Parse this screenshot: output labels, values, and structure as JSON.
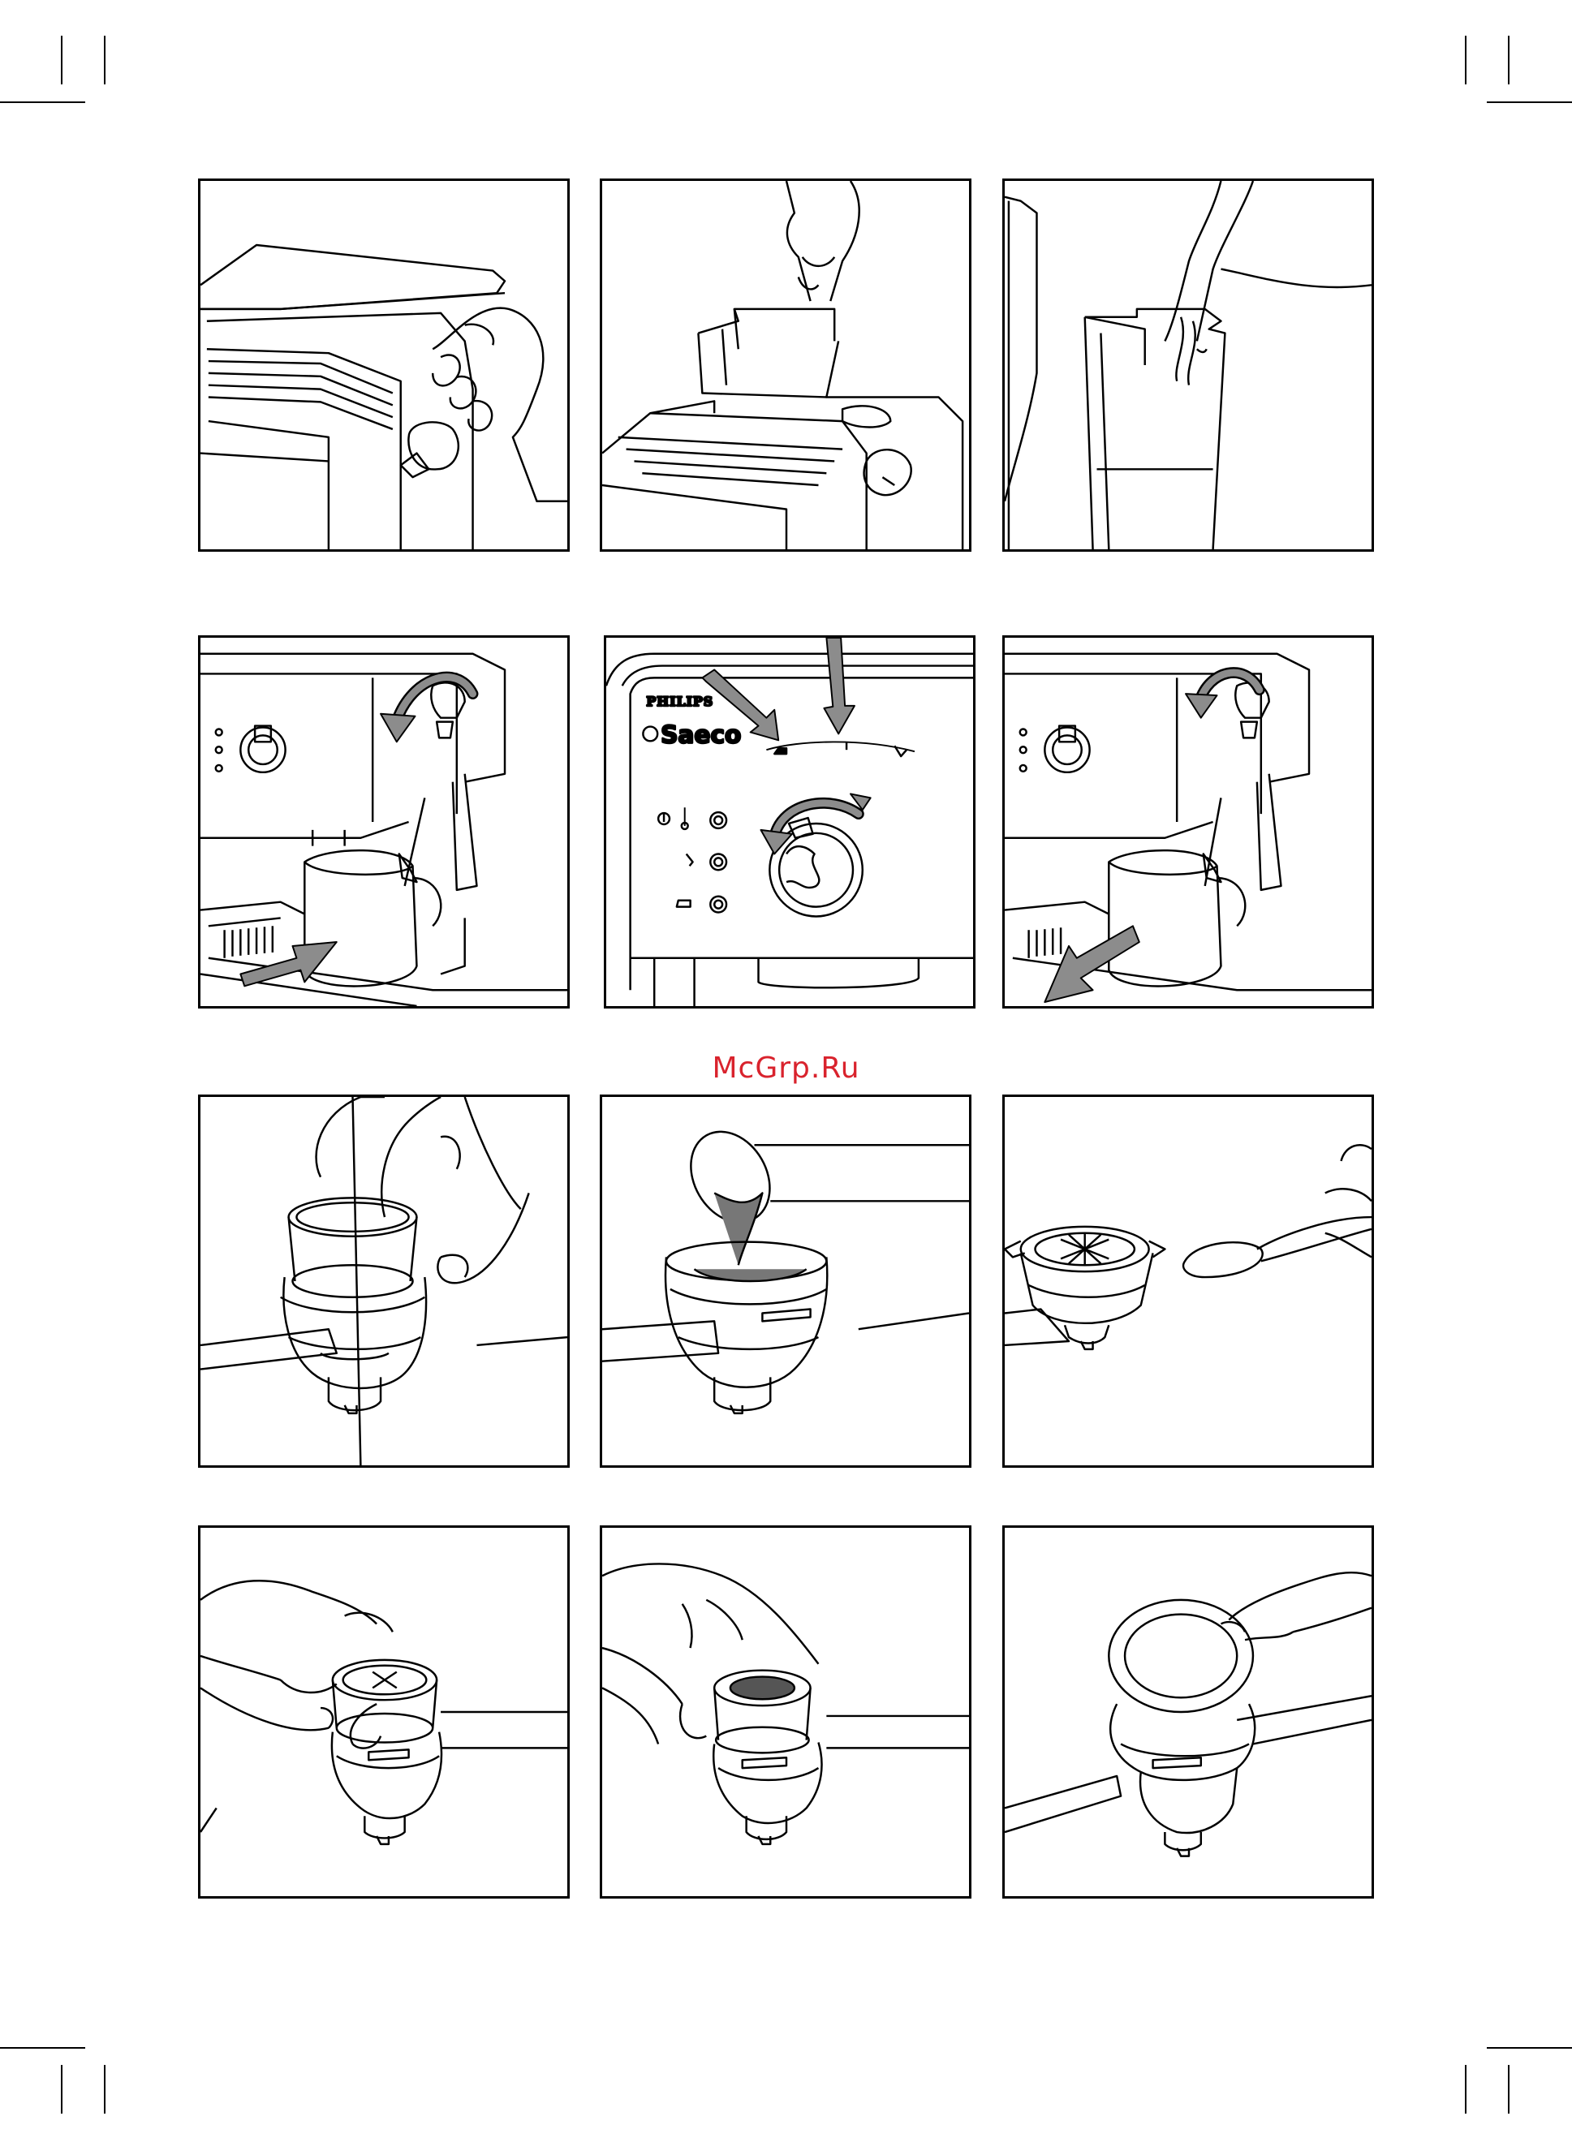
{
  "watermark": "McGrp.Ru",
  "control_panel": {
    "brand_primary": "PHILIPS",
    "brand_secondary": "Saeco"
  },
  "colors": {
    "line": "#000000",
    "arrow_gray": "#8c8c8c",
    "watermark": "#d9232d"
  },
  "figures": [
    {
      "id": "remove-water-tank-cover",
      "icon": "hand-lifting-cover"
    },
    {
      "id": "lift-water-tank",
      "icon": "hand-lifting-tank"
    },
    {
      "id": "fill-water-tank",
      "icon": "pouring-water"
    },
    {
      "id": "rotate-steam-knob",
      "icon": "steam-knob-rotation"
    },
    {
      "id": "select-function-dial",
      "icon": "selector-dial"
    },
    {
      "id": "remove-pitcher",
      "icon": "remove-pitcher"
    },
    {
      "id": "insert-filter-holder",
      "icon": "insert-filter"
    },
    {
      "id": "add-ground-coffee",
      "icon": "coffee-scoop"
    },
    {
      "id": "spoon-coffee-filter",
      "icon": "measuring-spoon"
    },
    {
      "id": "insert-pod-adapter",
      "icon": "pod-adapter"
    },
    {
      "id": "insert-pod-filter",
      "icon": "pod-filter"
    },
    {
      "id": "place-coffee-pod",
      "icon": "coffee-pod"
    }
  ]
}
